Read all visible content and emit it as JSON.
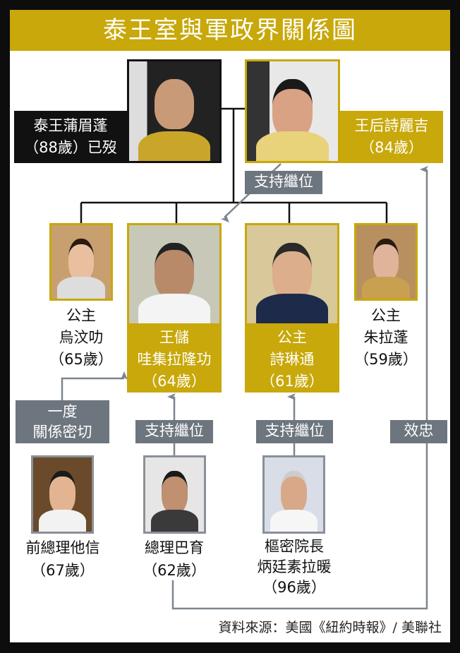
{
  "title": "泰王室與軍政界關係圖",
  "king": {
    "name": "泰王蒲眉蓬",
    "age": "（88歲）已歿"
  },
  "queen": {
    "name": "王后詩麗吉",
    "age": "（84歲）"
  },
  "princess_ubol": {
    "title": "公主",
    "name": "烏汶叻",
    "age": "（65歲）"
  },
  "crown_prince": {
    "title": "王儲",
    "name": "哇集拉隆功",
    "age": "（64歲）"
  },
  "princess_sirindhorn": {
    "title": "公主",
    "name": "詩琳通",
    "age": "（61歲）"
  },
  "princess_chulabhorn": {
    "title": "公主",
    "name": "朱拉蓬",
    "age": "（59歲）"
  },
  "thaksin": {
    "name": "前總理他信",
    "age": "（67歲）"
  },
  "prayut": {
    "name": "總理巴育",
    "age": "（62歲）"
  },
  "prem": {
    "title": "樞密院長",
    "name": "炳廷素拉暖",
    "age": "（96歲）"
  },
  "relations": {
    "queen_to_prince": "支持繼位",
    "thaksin_line1": "一度",
    "thaksin_line2": "關係密切",
    "prayut_to_prince": "支持繼位",
    "prem_to_sirindhorn": "支持繼位",
    "loyalty": "效忠"
  },
  "source": "資料來源：美國《紐約時報》/ 美聯社",
  "colors": {
    "gold": "#c8a80a",
    "grey": "#6d757e",
    "line": "#111111",
    "arrow": "#7d858e"
  }
}
